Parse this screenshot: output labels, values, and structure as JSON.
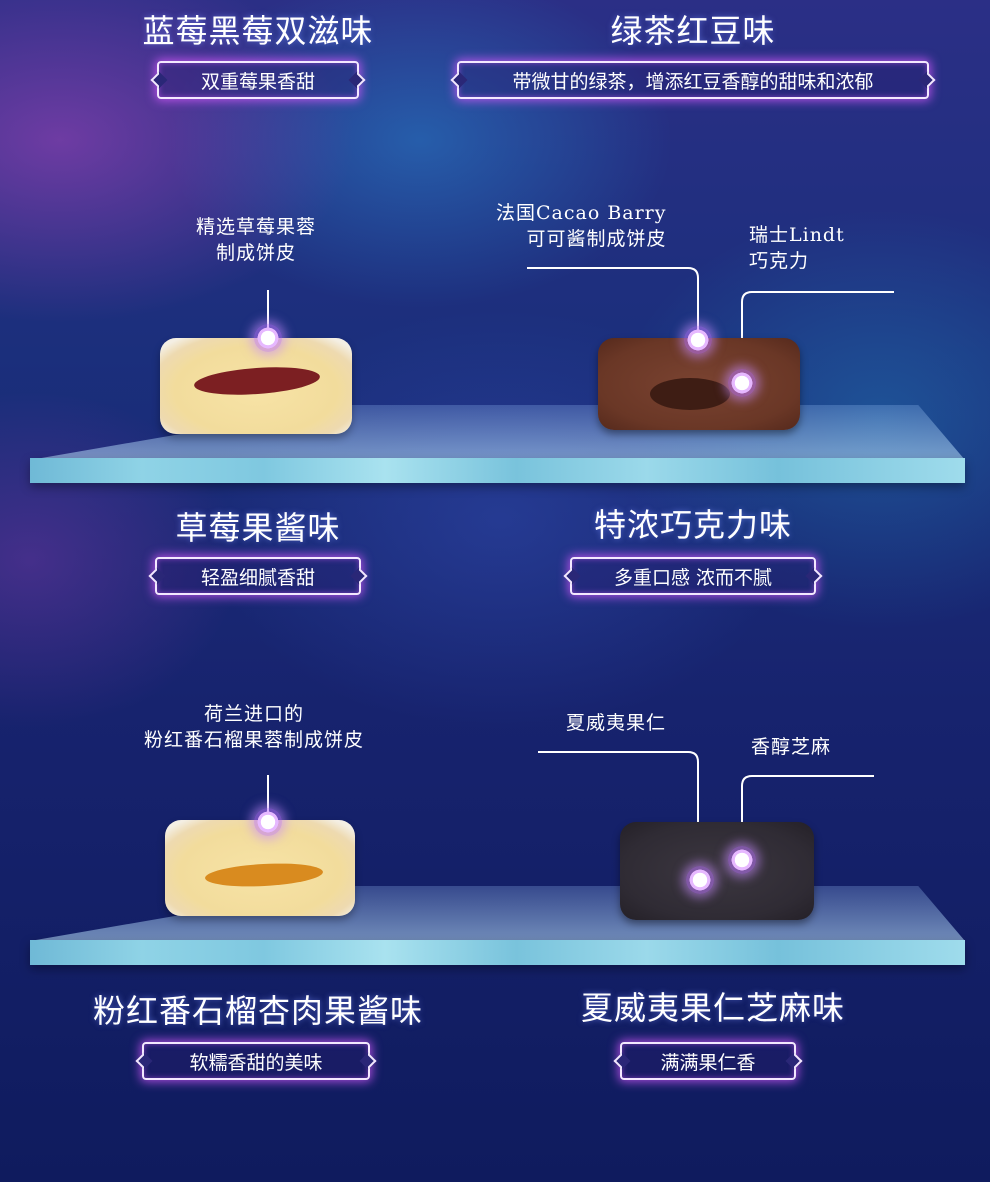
{
  "products": {
    "blueberry": {
      "title": "蓝莓黑莓双滋味",
      "tag": "双重莓果香甜"
    },
    "greentea": {
      "title": "绿茶红豆味",
      "tag": "带微甘的绿茶，增添红豆香醇的甜味和浓郁"
    },
    "strawberry": {
      "title": "草莓果酱味",
      "tag": "轻盈细腻香甜",
      "note_line1": "精选草莓果蓉",
      "note_line2": "制成饼皮"
    },
    "chocolate": {
      "title": "特浓巧克力味",
      "tag": "多重口感 浓而不腻",
      "note_a_line1": "法国Cacao Barry",
      "note_a_line2": "可可酱制成饼皮",
      "note_b_line1": "瑞士Lindt",
      "note_b_line2": "巧克力"
    },
    "guava": {
      "title": "粉红番石榴杏肉果酱味",
      "tag": "软糯香甜的美味",
      "note_line1": "荷兰进口的",
      "note_line2": "粉红番石榴果蓉制成饼皮"
    },
    "macadamia": {
      "title": "夏威夷果仁芝麻味",
      "tag": "满满果仁香",
      "note_a": "夏威夷果仁",
      "note_b": "香醇芝麻"
    }
  }
}
